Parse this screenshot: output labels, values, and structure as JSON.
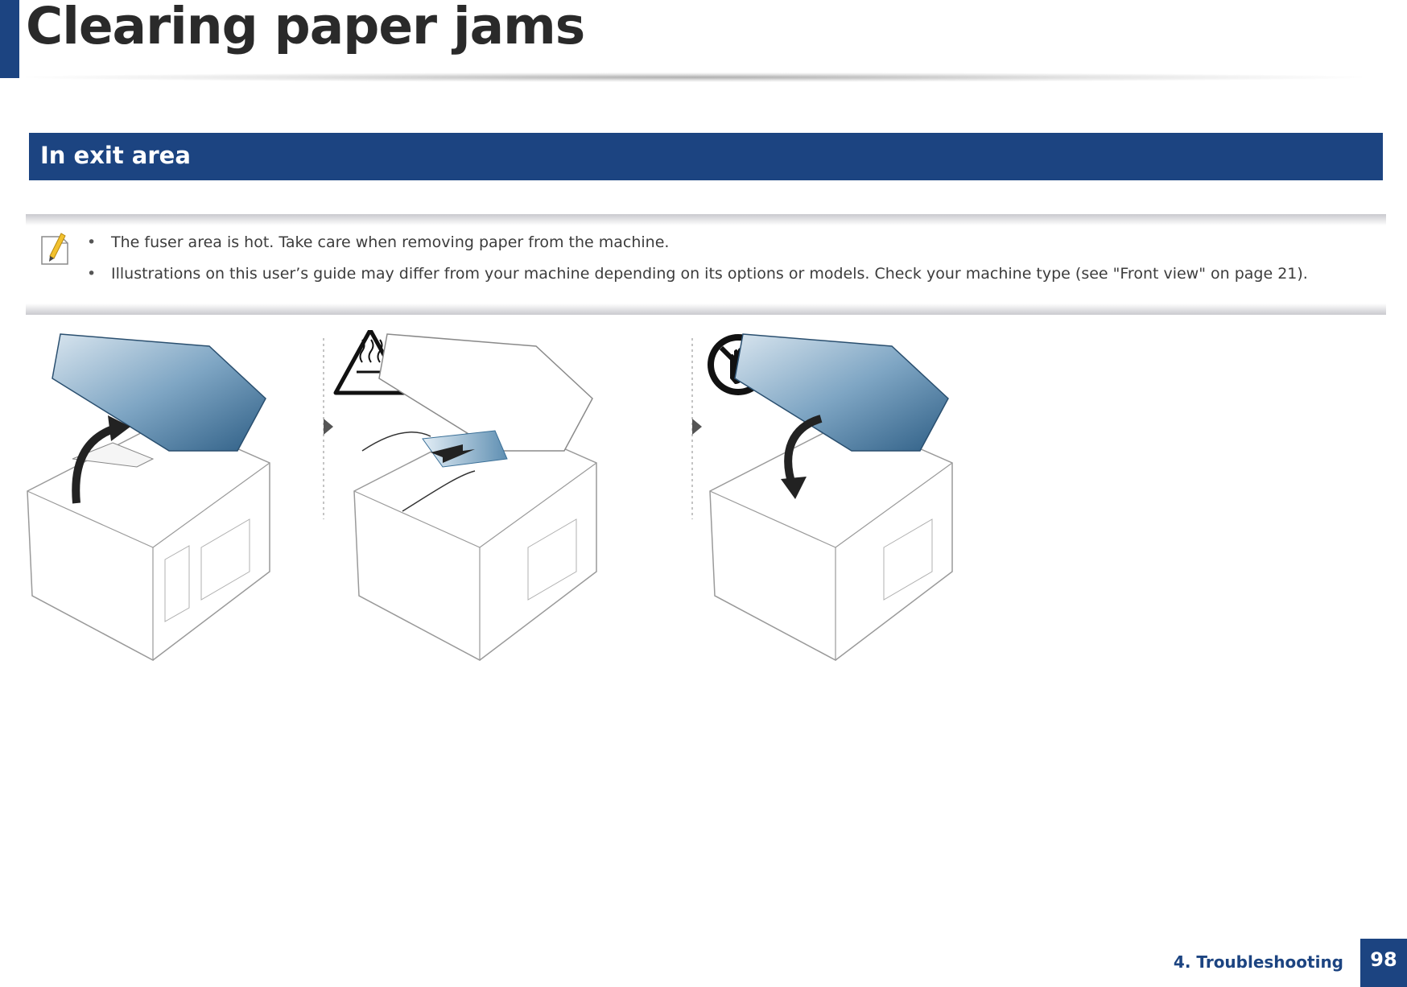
{
  "header": {
    "title": "Clearing paper jams"
  },
  "section": {
    "title": "In exit area"
  },
  "note": {
    "icon": "pencil-note-icon",
    "items": [
      "The fuser area is hot. Take care when removing paper from the machine.",
      "Illustrations on this user’s guide may differ from your machine depending on its options or models. Check your machine type (see \"Front view\" on page 21)."
    ]
  },
  "illustration": {
    "steps": [
      "open-scan-unit",
      "remove-jammed-paper",
      "close-scan-unit"
    ],
    "icons": [
      "hot-surface-warning-icon",
      "do-not-touch-icon",
      "step-arrow-icon"
    ],
    "colors": {
      "scan_unit_blue": "#3a6f97",
      "outline": "#9a9a9a"
    }
  },
  "footer": {
    "section": "4. Troubleshooting",
    "page": "98"
  },
  "colors": {
    "brand": "#1c4481",
    "title_text": "#2a2a2a",
    "body_text": "#3c3c3c"
  }
}
